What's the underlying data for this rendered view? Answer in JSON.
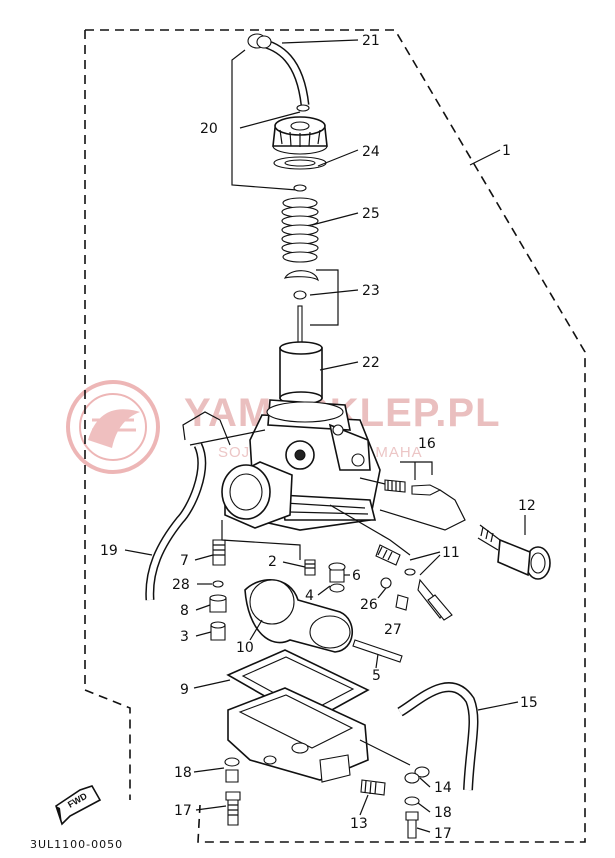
{
  "watermark": {
    "main": "YAMASKLEP.PL",
    "sub": "SOJO... DEALER YAMAHA",
    "logo": "yamaha-style-red-emblem"
  },
  "diagram_code": "3UL1100-0050",
  "fwd_label": "FWD",
  "callouts": [
    "21",
    "20",
    "24",
    "1",
    "25",
    "23",
    "22",
    "16",
    "12",
    "11",
    "19",
    "7",
    "2",
    "6",
    "28",
    "8",
    "4",
    "26",
    "27",
    "3",
    "10",
    "5",
    "9",
    "15",
    "18",
    "14",
    "17",
    "13",
    "18",
    "17"
  ]
}
